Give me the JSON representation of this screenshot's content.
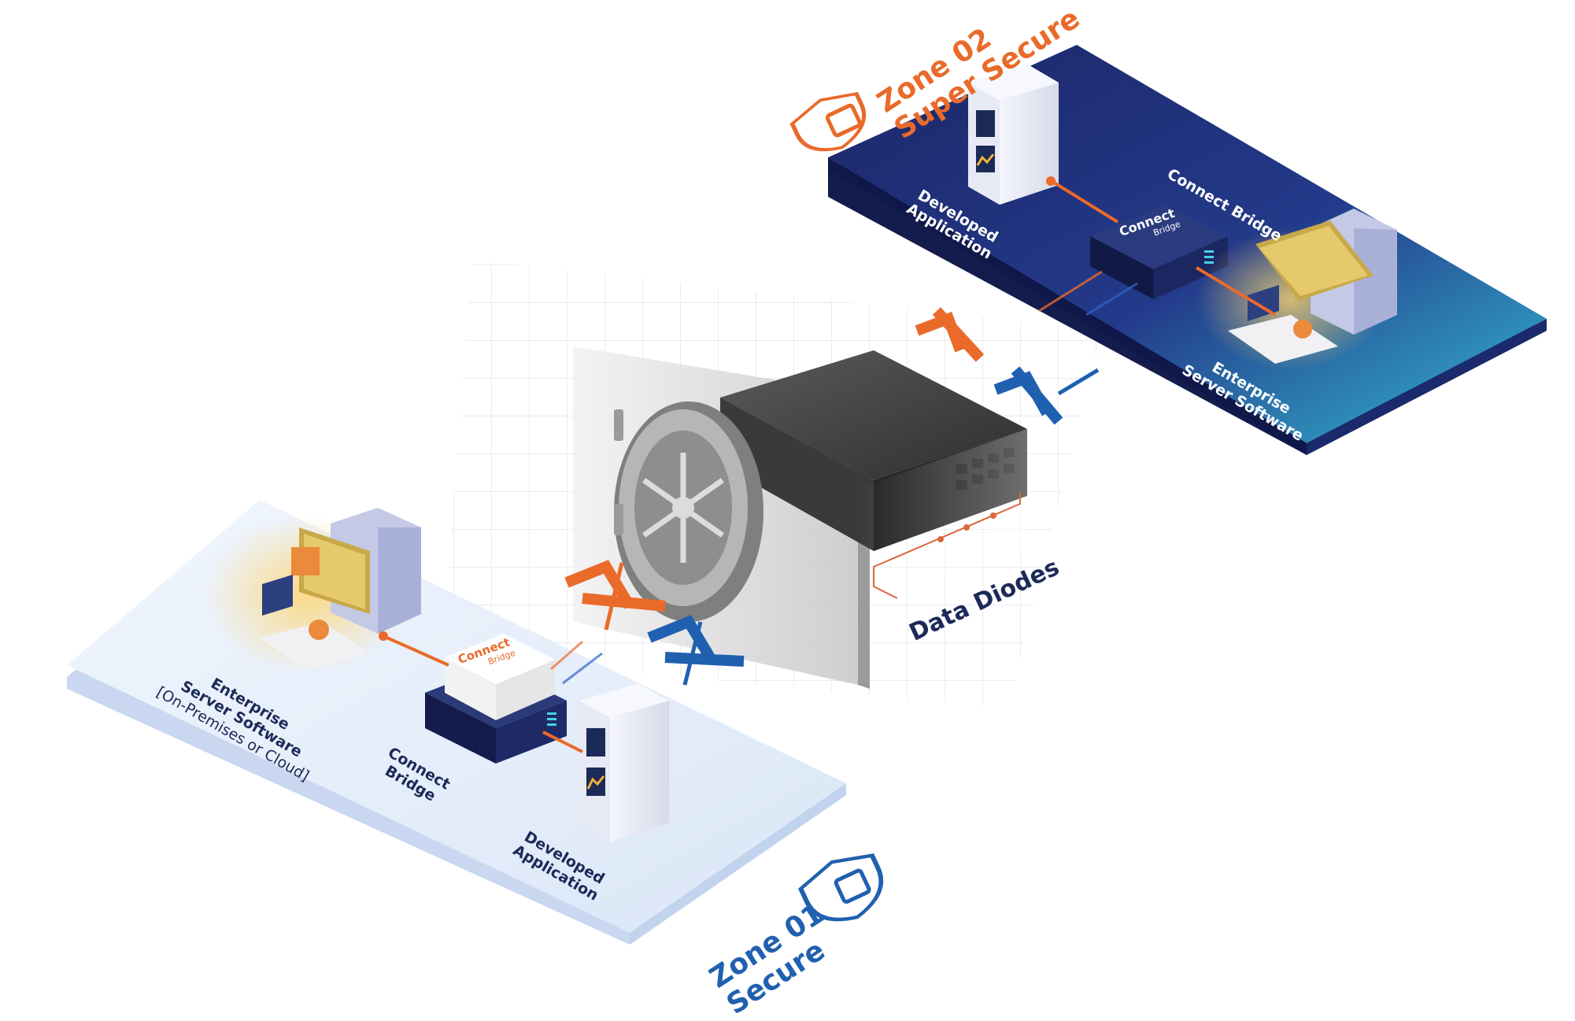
{
  "zone01": {
    "line1": "Zone 01",
    "line2": "Secure"
  },
  "zone02": {
    "line1": "Zone 02",
    "line2": "Super Secure"
  },
  "zone01_components": {
    "enterprise_line1": "Enterprise",
    "enterprise_line2": "Server Software",
    "enterprise_line3": "[On-Premises or Cloud]",
    "bridge_line1": "Connect",
    "bridge_line2": "Bridge",
    "app_line1": "Developed",
    "app_line2": "Application",
    "bridge_logo_main": "Connect",
    "bridge_logo_sub": "Bridge"
  },
  "zone02_components": {
    "app_line1": "Developed",
    "app_line2": "Application",
    "bridge_label": "Connect Bridge",
    "enterprise_line1": "Enterprise",
    "enterprise_line2": "Server Software",
    "bridge_logo_main": "Connect",
    "bridge_logo_sub": "Bridge"
  },
  "data_diodes": "Data Diodes",
  "colors": {
    "zone02_platform": "#1f2d6e",
    "zone02_accent": "#2fb3d0",
    "zone01_platform": "#e3edfb",
    "orange": "#ea6a2a",
    "blue": "#2060b0",
    "navy": "#1c2a57"
  }
}
